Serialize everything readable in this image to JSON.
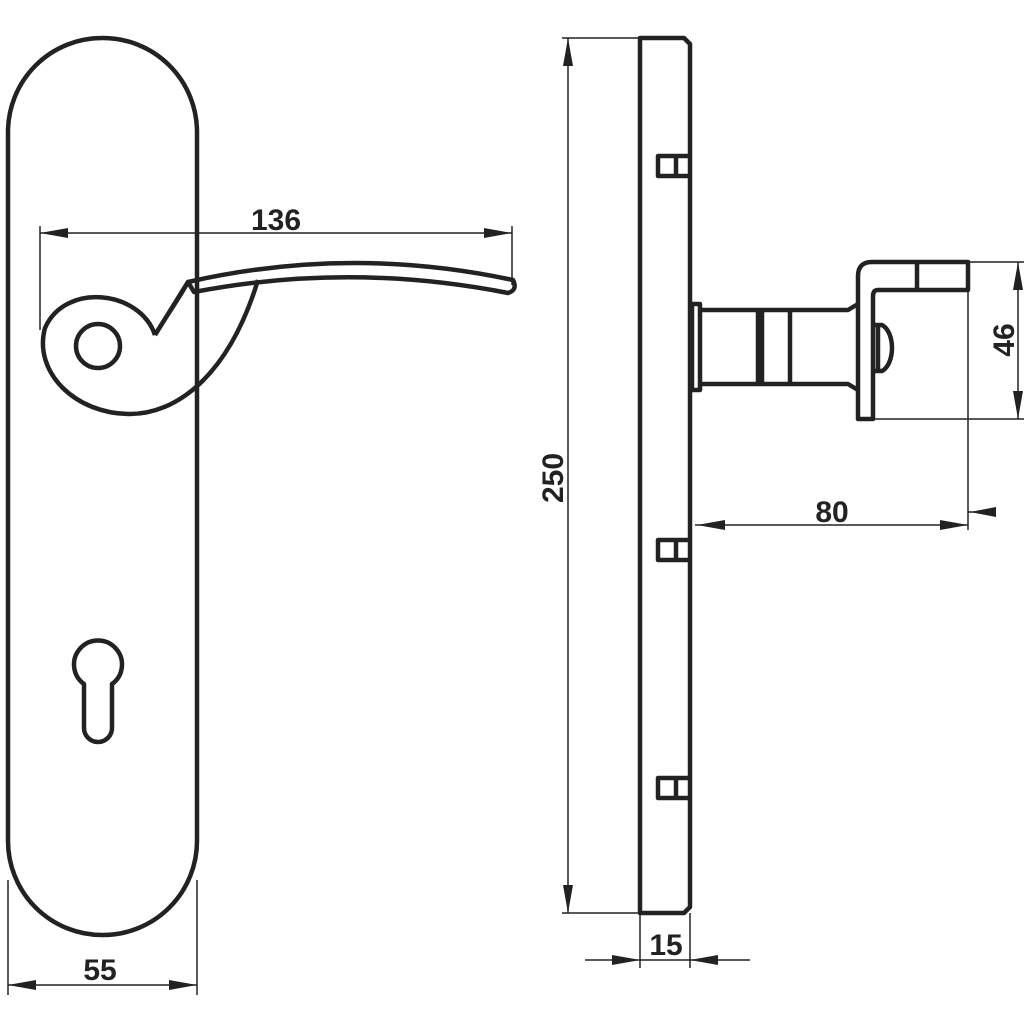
{
  "title": "Door lever handle on backplate - dimension drawing",
  "dimensions": {
    "lever_length": "136",
    "plate_width": "55",
    "plate_height": "250",
    "plate_thickness": "15",
    "projection": "80",
    "rosette_height": "46"
  },
  "colors": {
    "line": "#222222",
    "background": "#ffffff"
  }
}
